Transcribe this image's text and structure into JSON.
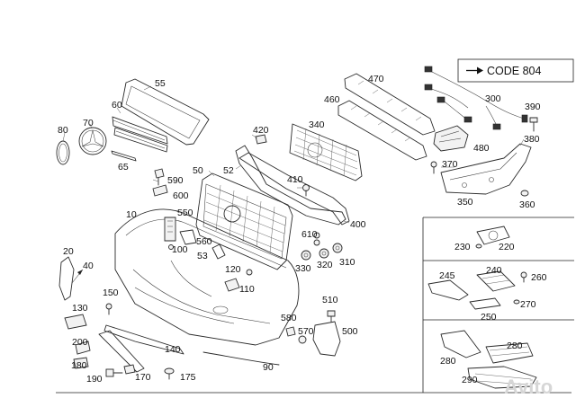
{
  "code_box": {
    "text": "CODE 804",
    "arrow": "arrow-right-icon"
  },
  "watermark": "Avito",
  "part_labels": [
    "10",
    "20",
    "40",
    "50",
    "52",
    "53",
    "55",
    "60",
    "65",
    "70",
    "80",
    "90",
    "100",
    "110",
    "120",
    "130",
    "140",
    "150",
    "170",
    "175",
    "180",
    "190",
    "200",
    "220",
    "230",
    "240",
    "245",
    "250",
    "260",
    "270",
    "280",
    "280",
    "290",
    "300",
    "310",
    "320",
    "330",
    "340",
    "350",
    "360",
    "370",
    "380",
    "390",
    "400",
    "410",
    "420",
    "460",
    "470",
    "480",
    "500",
    "510",
    "550",
    "560",
    "570",
    "580",
    "590",
    "600",
    "610"
  ]
}
